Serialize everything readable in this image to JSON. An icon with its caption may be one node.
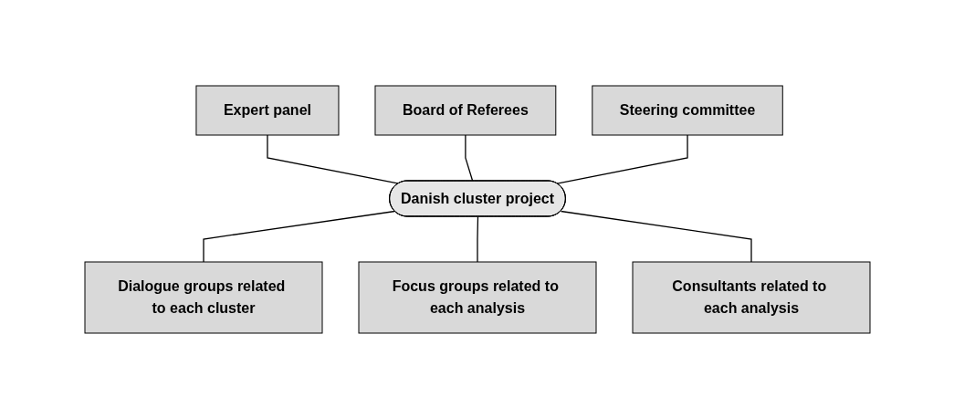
{
  "diagram": {
    "nodes": [
      {
        "text": [
          "Expert panel"
        ]
      },
      {
        "text": [
          "Board of Referees"
        ]
      },
      {
        "text": [
          "Steering committee"
        ]
      },
      {
        "text": [
          "Danish cluster project"
        ]
      },
      {
        "text": [
          "Dialogue groups related to each cluster"
        ]
      },
      {
        "text": [
          "Focus groups related to each analysis"
        ]
      },
      {
        "text": [
          "Consultants related to each analysis"
        ]
      }
    ],
    "edges": [
      {
        "from": 0,
        "to": 3,
        "arrow": "none"
      },
      {
        "from": 1,
        "to": 3,
        "arrow": "none"
      },
      {
        "from": 2,
        "to": 3,
        "arrow": "none"
      },
      {
        "from": 3,
        "to": 4,
        "arrow": "none"
      },
      {
        "from": 3,
        "to": 5,
        "arrow": "none"
      },
      {
        "from": 3,
        "to": 6,
        "arrow": "none"
      }
    ]
  }
}
